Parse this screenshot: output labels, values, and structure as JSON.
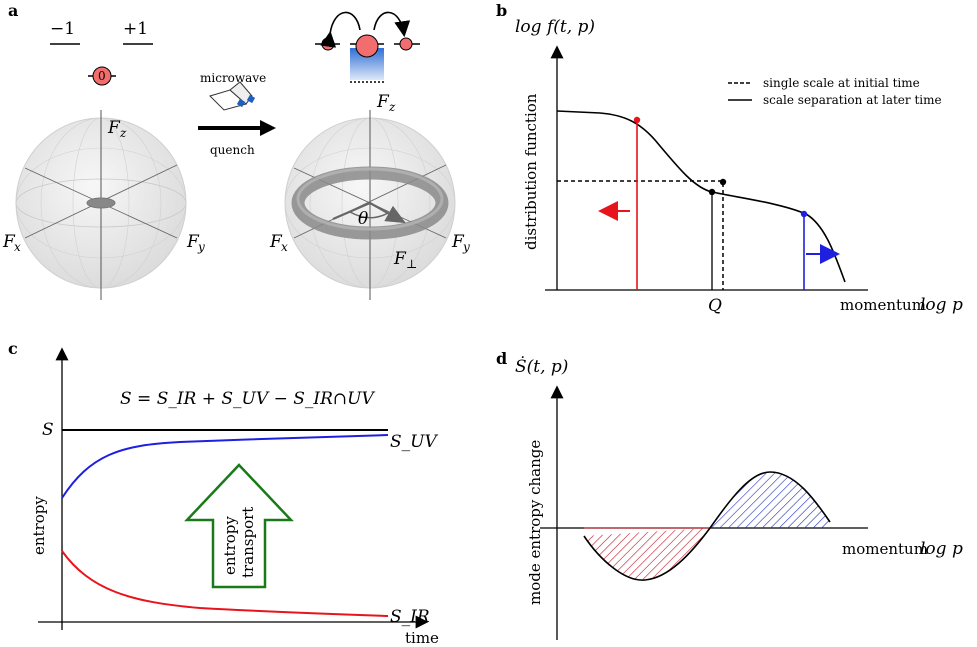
{
  "panels": {
    "a": {
      "letter": "a",
      "level_minus": "−1",
      "level_plus": "+1",
      "zero_state": "0",
      "arrow_top": "microwave",
      "arrow_bottom": "quench",
      "sphere_left": {
        "z": "F",
        "z_sub": "z",
        "x": "F",
        "x_sub": "x",
        "y": "F",
        "y_sub": "y"
      },
      "sphere_right": {
        "z": "F",
        "z_sub": "z",
        "x": "F",
        "x_sub": "x",
        "y": "F",
        "y_sub": "y",
        "perp": "F",
        "perp_sub": "⊥",
        "angle": "θ"
      }
    },
    "b": {
      "letter": "b",
      "ylabel_main": "log f(t, p)",
      "ylabel_side": "distribution function",
      "xlabel_word": "momentum",
      "xlabel_math": "log p",
      "q_label": "Q",
      "legend": [
        {
          "label": "single scale at initial time",
          "style": "dashed"
        },
        {
          "label": "scale separation at later time",
          "style": "solid"
        }
      ]
    },
    "c": {
      "letter": "c",
      "equation": "S = S_IR + S_UV − S_IR∩UV",
      "s_label": "S",
      "suv_label": "S_UV",
      "sir_label": "S_IR",
      "ylabel": "entropy",
      "xlabel": "time",
      "arrow_text_1": "entropy",
      "arrow_text_2": "transport"
    },
    "d": {
      "letter": "d",
      "ylabel_main": "Ṡ(t, p)",
      "ylabel_side": "mode entropy change",
      "xlabel_word": "momentum",
      "xlabel_math": "log p"
    }
  },
  "colors": {
    "red": "#e8141b",
    "blue": "#1f1fe0",
    "green": "#1a7a1a",
    "black": "#000000",
    "hatch_red": "#c01020",
    "hatch_blue": "#2030c0"
  }
}
